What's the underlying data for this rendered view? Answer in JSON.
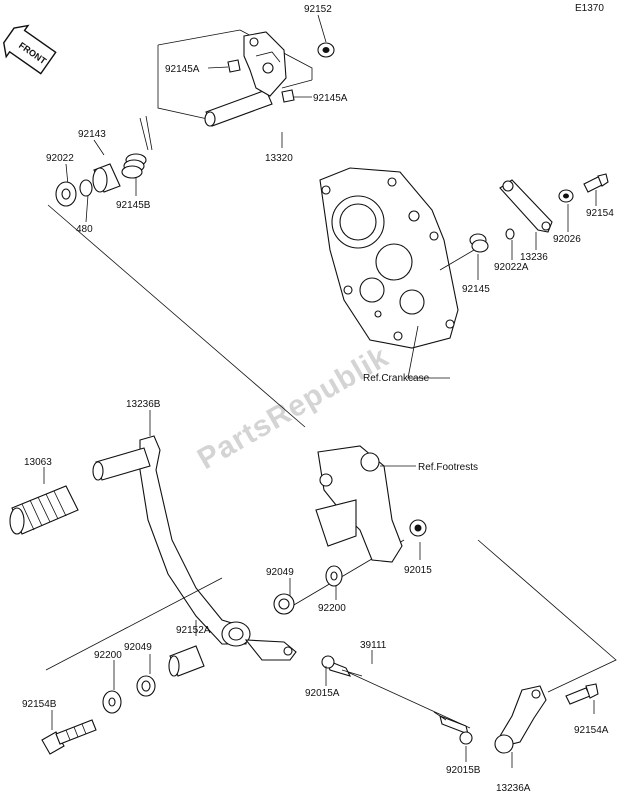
{
  "diagram_code": "E1370",
  "front_badge": "FRONT",
  "watermark": "PartsRepublik",
  "labels": {
    "p92152": "92152",
    "p92145A_top": "92145A",
    "p92145A_mid": "92145A",
    "p13320": "13320",
    "p92143": "92143",
    "p92022": "92022",
    "p480": "480",
    "p92145B": "92145B",
    "p92154": "92154",
    "p92026": "92026",
    "p13236": "13236",
    "p92022A": "92022A",
    "p92145": "92145",
    "ref_crankcase": "Ref.Crankcase",
    "p13236B": "13236B",
    "p13063": "13063",
    "ref_footrests": "Ref.Footrests",
    "p92015": "92015",
    "p92049_upper": "92049",
    "p92200_upper": "92200",
    "p92152A": "92152A",
    "p92049_lower": "92049",
    "p92200_lower": "92200",
    "p39111": "39111",
    "p92154B": "92154B",
    "p92015A": "92015A",
    "p92015B": "92015B",
    "p92154A": "92154A",
    "p13236A": "13236A"
  }
}
